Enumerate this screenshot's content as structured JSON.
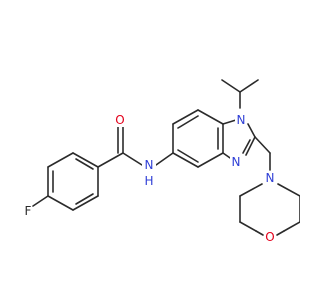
{
  "molecule": {
    "atoms": {
      "o_carbonyl": "O",
      "n_amide": "N",
      "h_amide": "H",
      "f": "F",
      "n1": "N",
      "n3": "N",
      "n_morph": "N",
      "o_morph": "O"
    },
    "colors": {
      "bond": "#2b2b2b",
      "oxygen": "#e3001b",
      "nitrogen": "#2f3fd6",
      "fluorine": "#2b2b2b"
    }
  }
}
